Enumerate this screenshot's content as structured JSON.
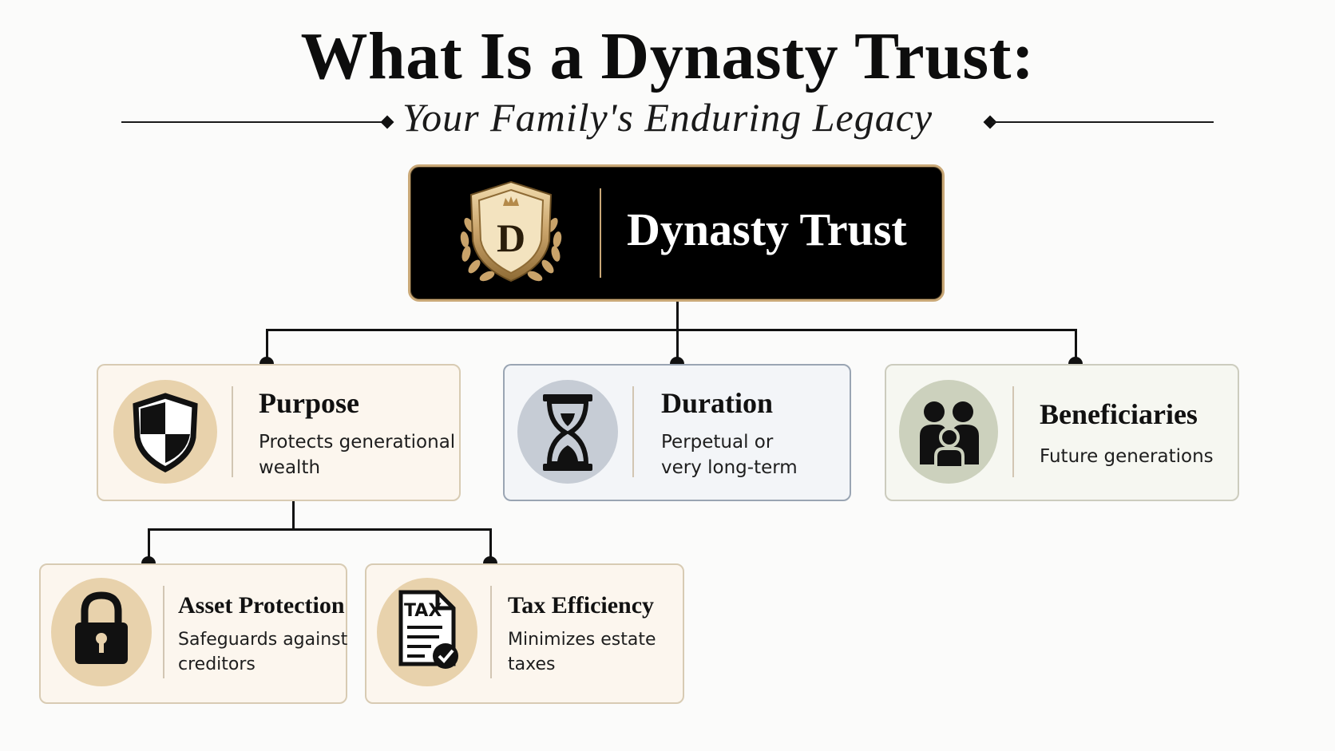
{
  "header": {
    "title": "What Is a Dynasty Trust:",
    "subtitle": "Your Family's Enduring Legacy"
  },
  "root": {
    "label": "Dynasty Trust",
    "emblem_letter": "D",
    "emblem_icon": "crest-shield-icon"
  },
  "nodes": [
    {
      "title": "Purpose",
      "desc_line1": "Protects generational",
      "desc_line2": "wealth",
      "icon": "shield-icon"
    },
    {
      "title": "Duration",
      "desc_line1": "Perpetual or",
      "desc_line2": "very long-term",
      "icon": "hourglass-icon"
    },
    {
      "title": "Beneficiaries",
      "desc_line1": "Future generations",
      "icon": "family-icon"
    }
  ],
  "sub_nodes": [
    {
      "title": "Asset Protection",
      "desc_line1": "Safeguards against",
      "desc_line2": "creditors",
      "icon": "padlock-icon"
    },
    {
      "title": "Tax Efficiency",
      "desc_line1": "Minimizes estate",
      "desc_line2": "taxes",
      "icon": "tax-document-icon",
      "icon_text": "TAX"
    }
  ],
  "colors": {
    "gold": "#c9a877",
    "root_bg": "#000000",
    "beige_card": "#fcf6ee",
    "blue_card": "#f3f5f8",
    "green_card": "#f6f7f1"
  }
}
